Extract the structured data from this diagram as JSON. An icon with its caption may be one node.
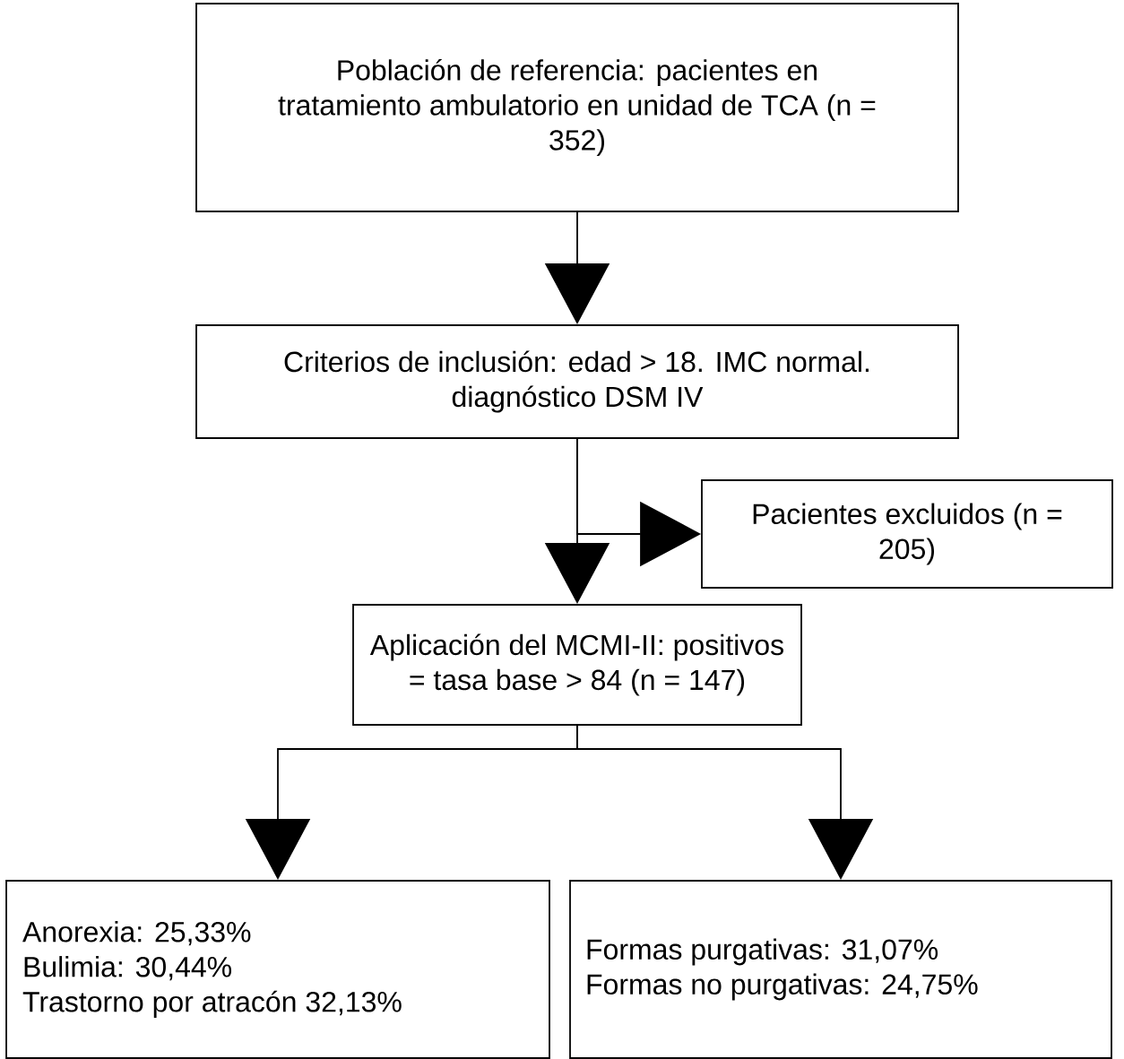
{
  "diagram": {
    "nodes": [
      {
        "text": [
          "Población de referencia: pacientes en tratamiento ambulatorio en unidad de TCA (n = 352)"
        ]
      },
      {
        "text": [
          "Criterios de inclusión: edad > 18. IMC normal. diagnóstico DSM IV"
        ]
      },
      {
        "text": [
          "Pacientes excluidos (n = 205)"
        ]
      },
      {
        "text": [
          "Aplicación del MCMI-II: positivos = tasa base > 84 (n = 147)"
        ]
      },
      {
        "text": [
          "Anorexia: 25,33%",
          "Bulimia: 30,44%",
          "Trastorno por atracón 32,13%"
        ]
      },
      {
        "text": [
          "Formas purgativas: 31,07%",
          "Formas no purgativas: 24,75%"
        ]
      }
    ],
    "edges": [
      {
        "from": 0,
        "to": 1,
        "arrow": "to"
      },
      {
        "from": 1,
        "to": 3,
        "arrow": "to"
      },
      {
        "from": 1,
        "to": 2,
        "arrow": "to"
      },
      {
        "from": 3,
        "to": 4,
        "arrow": "to"
      },
      {
        "from": 3,
        "to": 5,
        "arrow": "to"
      }
    ]
  }
}
